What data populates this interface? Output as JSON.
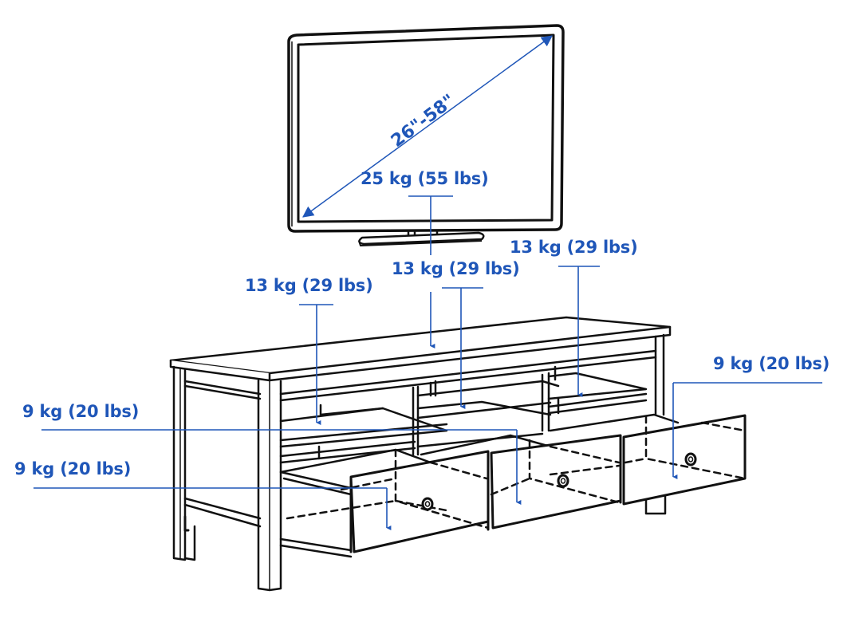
{
  "diagram": {
    "subject": "TV bench with three drawers and three open shelves, with TV on top",
    "accent_color": "#1f56b8",
    "line_color": "#111111",
    "tv": {
      "screen_size_label": "26\"-58\"",
      "max_load_label": "25 kg (55 lbs)"
    },
    "shelves": [
      {
        "position": "left-shelf",
        "max_load_label": "13 kg (29 lbs)"
      },
      {
        "position": "middle-shelf",
        "max_load_label": "13 kg (29 lbs)"
      },
      {
        "position": "right-shelf",
        "max_load_label": "13 kg (29 lbs)"
      }
    ],
    "drawers": [
      {
        "position": "left-drawer",
        "max_load_label": "9 kg (20 lbs)"
      },
      {
        "position": "middle-drawer",
        "max_load_label": "9 kg (20 lbs)"
      },
      {
        "position": "right-drawer",
        "max_load_label": "9 kg (20 lbs)"
      }
    ]
  }
}
